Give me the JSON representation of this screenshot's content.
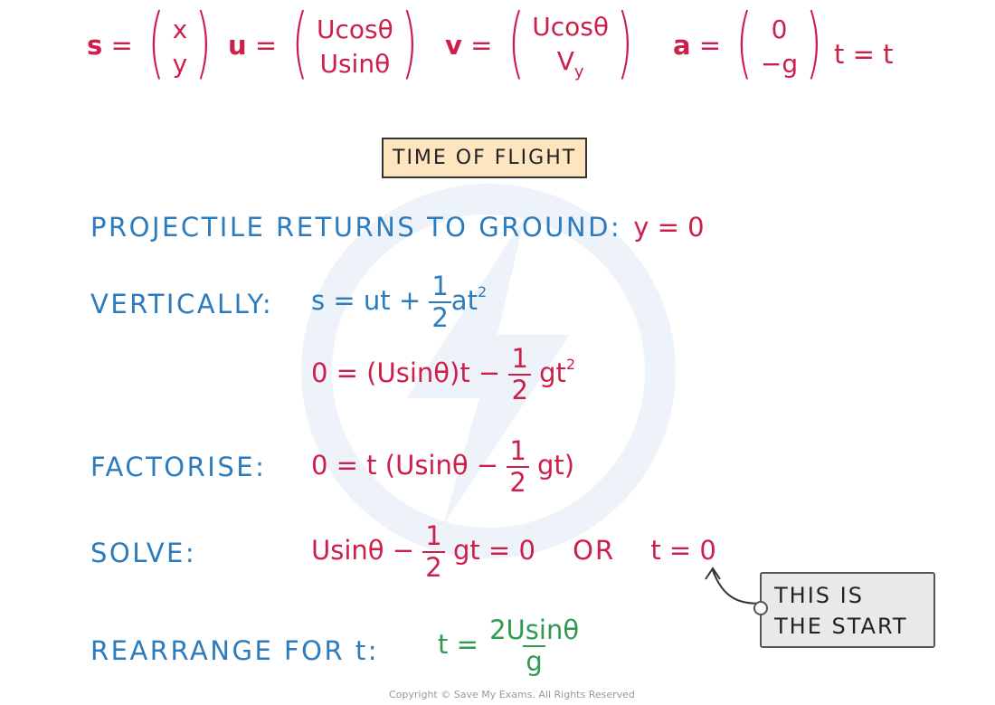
{
  "vectors": {
    "s": {
      "name": "s",
      "eq": "=",
      "top": "x",
      "bottom": "y"
    },
    "u": {
      "name": "u",
      "eq": "=",
      "top": "Ucosθ",
      "bottom": "Usinθ"
    },
    "v": {
      "name": "v",
      "eq": "=",
      "top": "Ucosθ",
      "bottom": "V",
      "bottom_sub": "y"
    },
    "a": {
      "name": "a",
      "eq": "=",
      "top": "0",
      "bottom": "−g"
    },
    "t": "t = t"
  },
  "title_box": "TIME OF FLIGHT",
  "projectile": {
    "label": "PROJECTILE RETURNS TO GROUND:",
    "eq": "y = 0"
  },
  "vertically": {
    "label": "VERTICALLY:",
    "suvat_pre": "s = ut +",
    "suvat_num": "1",
    "suvat_den": "2",
    "suvat_post": "at",
    "suvat_exp": "2",
    "sub_pre": "0 = (Usinθ)t −",
    "sub_num": "1",
    "sub_den": "2",
    "sub_post": "gt",
    "sub_exp": "2"
  },
  "factorise": {
    "label": "FACTORISE:",
    "pre": "0 = t (Usinθ −",
    "num": "1",
    "den": "2",
    "post": "gt)"
  },
  "solve": {
    "label": "SOLVE:",
    "pre": "Usinθ −",
    "num": "1",
    "den": "2",
    "post": "gt = 0",
    "or": "OR",
    "alt": "t = 0"
  },
  "note": {
    "line1": "THIS IS",
    "line2": "THE START"
  },
  "rearrange": {
    "label": "REARRANGE FOR t:",
    "pre": "t =",
    "num": "2Usinθ",
    "den": "g"
  },
  "copyright": "Copyright © Save My Exams. All Rights Reserved",
  "colors": {
    "red": "#cc1f4a",
    "blue": "#2b7bbf",
    "green": "#2e9a52",
    "title_bg": "#fde5bf",
    "note_bg": "#e9e9e9"
  }
}
